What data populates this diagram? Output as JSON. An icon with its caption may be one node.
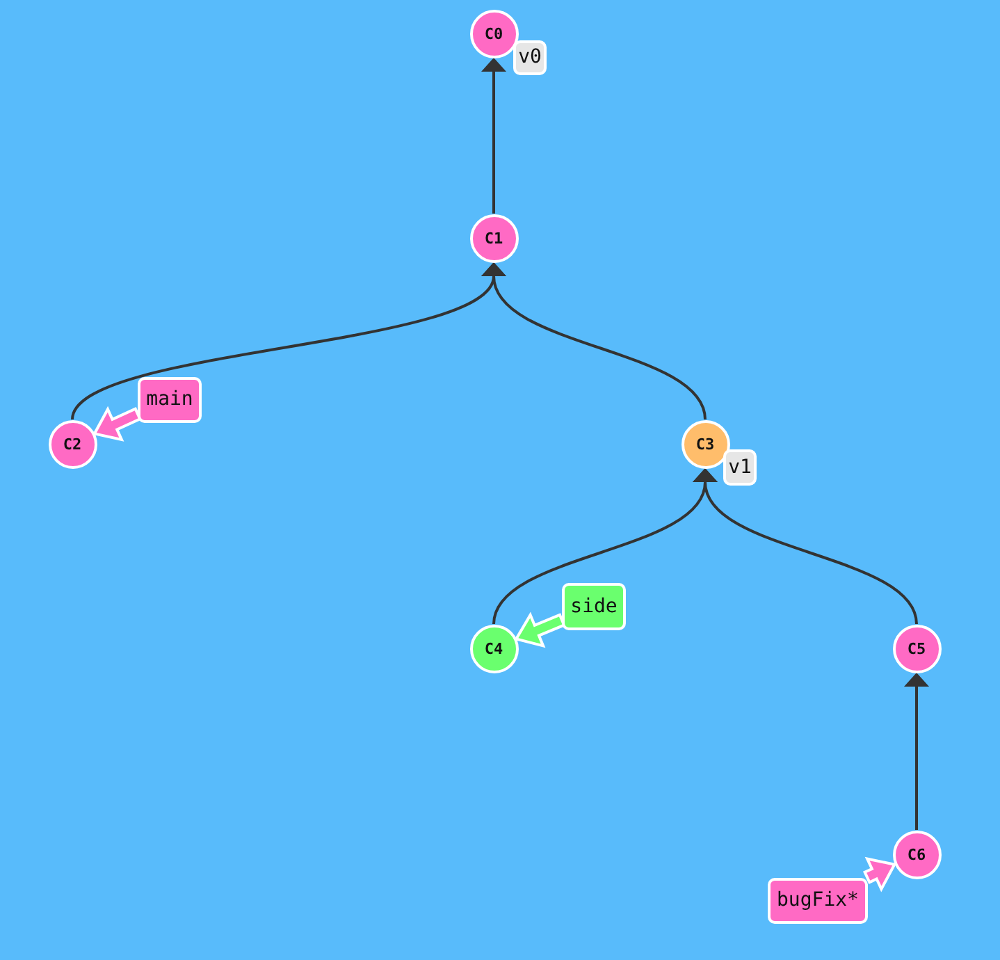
{
  "diagram": {
    "nodes": [
      {
        "text": [
          "C0"
        ]
      },
      {
        "text": [
          "v0"
        ]
      },
      {
        "text": [
          "C1"
        ]
      },
      {
        "text": [
          "main"
        ]
      },
      {
        "text": [
          "C2"
        ]
      },
      {
        "text": [
          "C3"
        ]
      },
      {
        "text": [
          "v1"
        ]
      },
      {
        "text": [
          "side"
        ]
      },
      {
        "text": [
          "C4"
        ]
      },
      {
        "text": [
          "C5"
        ]
      },
      {
        "text": [
          "C6"
        ]
      },
      {
        "text": [
          "bugFix*"
        ]
      }
    ],
    "edges": [
      {
        "from": 2,
        "to": 0,
        "arrow": "to"
      },
      {
        "from": 4,
        "to": 2,
        "arrow": "to"
      },
      {
        "from": 5,
        "to": 2,
        "arrow": "to"
      },
      {
        "from": 8,
        "to": 5,
        "arrow": "to"
      },
      {
        "from": 9,
        "to": 5,
        "arrow": "to"
      },
      {
        "from": 10,
        "to": 9,
        "arrow": "to"
      },
      {
        "from": 3,
        "to": 4,
        "arrow": "to",
        "style": "thick",
        "color": "#ff6ac4"
      },
      {
        "from": 7,
        "to": 8,
        "arrow": "to",
        "style": "thick",
        "color": "#6aff6e"
      },
      {
        "from": 11,
        "to": 10,
        "arrow": "to",
        "style": "thick",
        "color": "#ff6ac4"
      }
    ]
  }
}
